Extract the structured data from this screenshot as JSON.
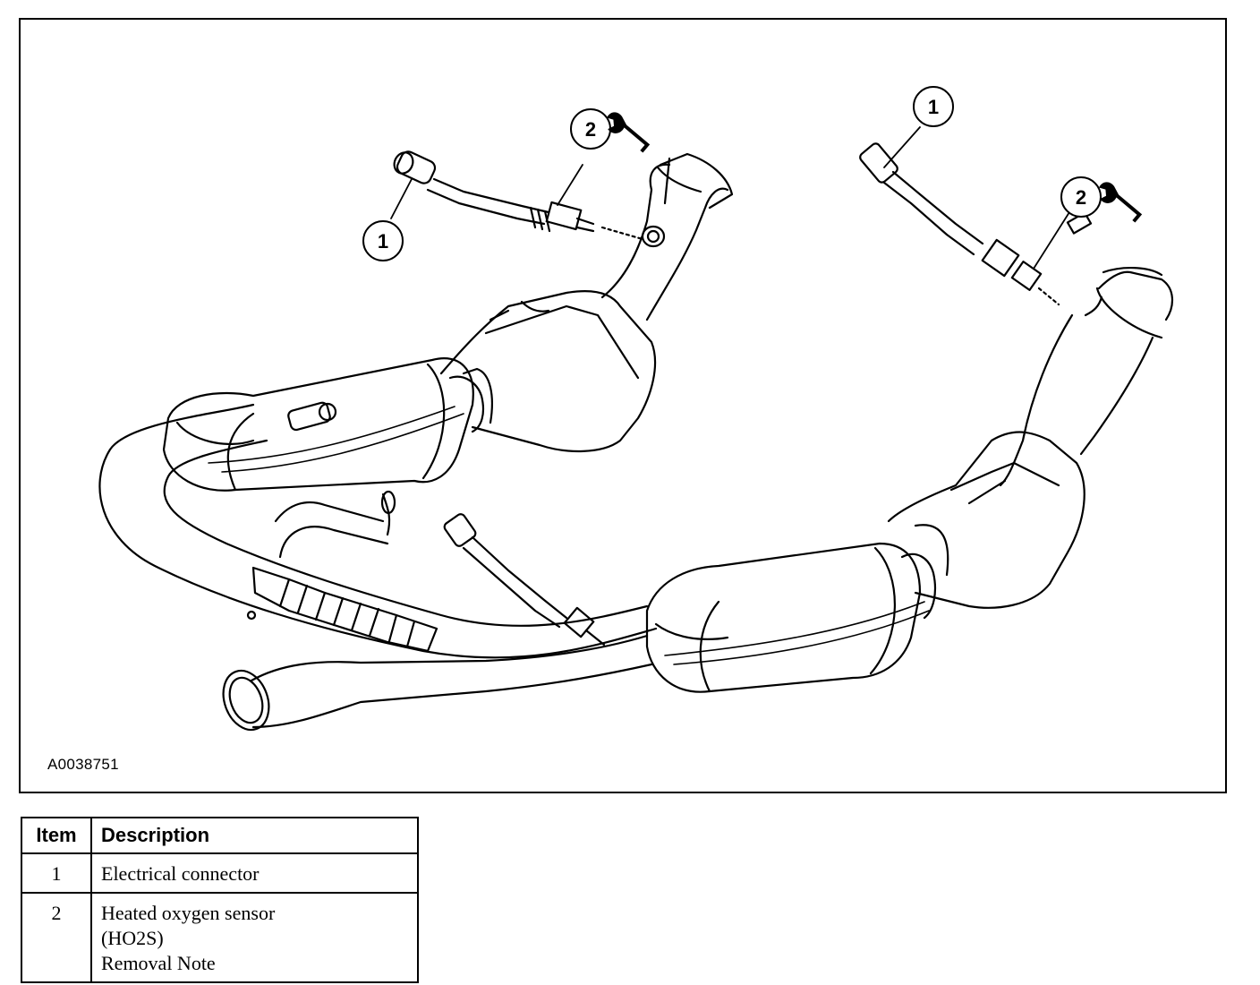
{
  "figure": {
    "id_label": "A0038751",
    "callouts": [
      {
        "number": "1"
      },
      {
        "number": "2"
      },
      {
        "number": "1"
      },
      {
        "number": "2"
      }
    ],
    "icons": [
      "wrench-icon",
      "wrench-icon"
    ]
  },
  "table": {
    "headers": [
      "Item",
      "Description"
    ],
    "rows": [
      {
        "item": "1",
        "description": [
          "Electrical connector"
        ]
      },
      {
        "item": "2",
        "description": [
          "Heated oxygen sensor",
          "(HO2S)",
          "Removal Note"
        ]
      }
    ]
  }
}
